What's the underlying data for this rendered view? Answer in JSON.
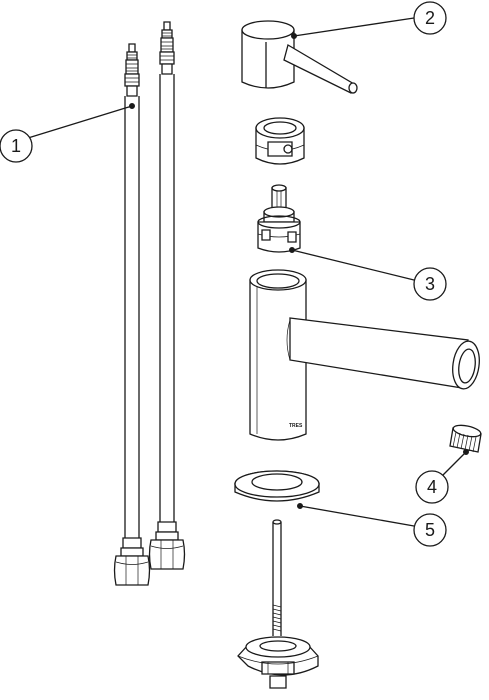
{
  "callouts": [
    {
      "id": "hoses",
      "number": "1"
    },
    {
      "id": "handle",
      "number": "2"
    },
    {
      "id": "cartridge",
      "number": "3"
    },
    {
      "id": "aerator",
      "number": "4"
    },
    {
      "id": "base-ring",
      "number": "5"
    }
  ],
  "brand_mark": "TRES",
  "colors": {
    "line": "#1a1a1a",
    "background": "#ffffff"
  }
}
